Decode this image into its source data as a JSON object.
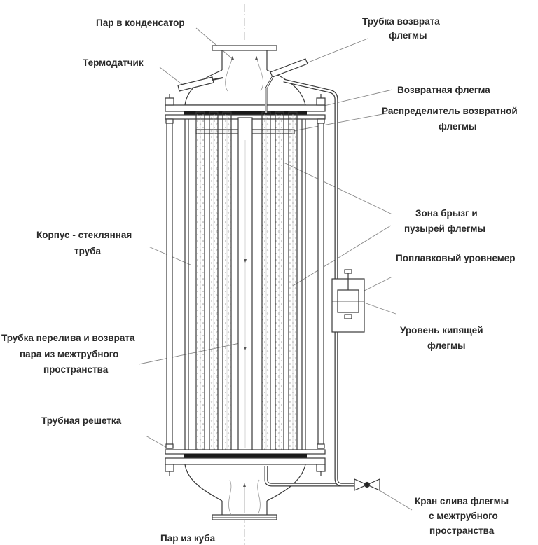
{
  "labels": {
    "steam_to_condenser": "Пар в конденсатор",
    "thermosensor": "Термодатчик",
    "return_tube_1": "Трубка возврата",
    "return_tube_2": "флегмы",
    "return_reflux": "Возвратная флегма",
    "distributor_1": "Распределитель возвратной",
    "distributor_2": "флегмы",
    "spray_zone_1": "Зона брызг и",
    "spray_zone_2": "пузырей флегмы",
    "float_gauge": "Поплавковый уровнемер",
    "boiling_level_1": "Уровень кипящей",
    "boiling_level_2": "флегмы",
    "body_1": "Корпус - стеклянная",
    "body_2": "труба",
    "overflow_1": "Трубка перелива и возврата",
    "overflow_2": "пара из межтрубного",
    "overflow_3": "пространства",
    "tube_sheet": "Трубная решетка",
    "drain_1": "Кран слива флегмы",
    "drain_2": "с межтрубного",
    "drain_3": "пространства",
    "steam_from_cube": "Пар из куба"
  },
  "colors": {
    "line": "#3a3a3a",
    "text": "#2a2a2a",
    "background": "#ffffff",
    "gasket": "#1a1a1a",
    "fill_light": "#f4f4f4"
  }
}
